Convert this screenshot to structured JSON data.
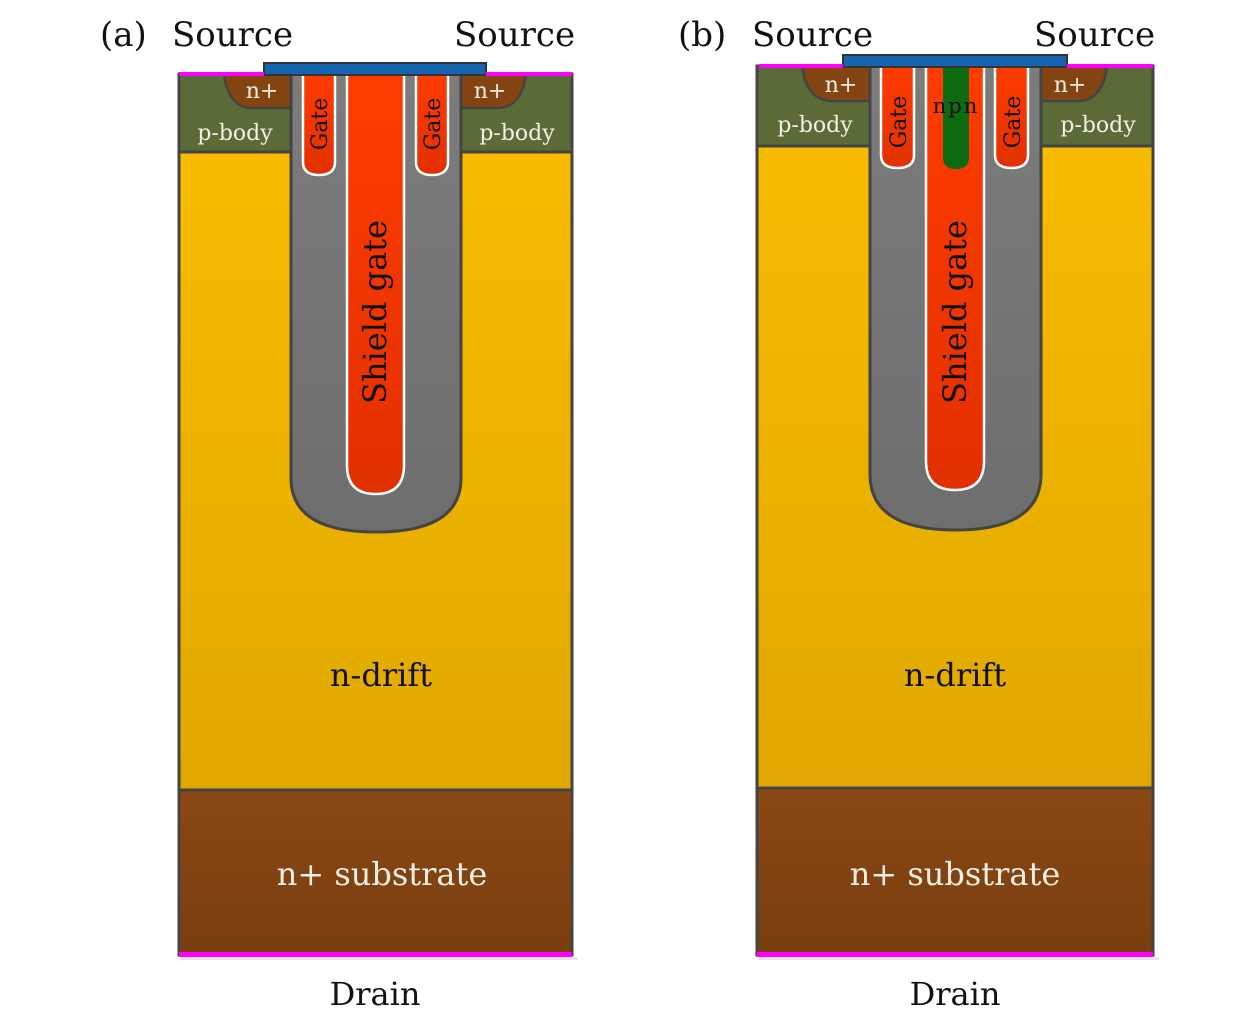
{
  "figure": {
    "panels": [
      {
        "id": "a",
        "panel_label": "(a)",
        "source_left": "Source",
        "source_right": "Source",
        "n_plus_left": "n+",
        "n_plus_right": "n+",
        "p_body_left": "p-body",
        "p_body_right": "p-body",
        "gate_left": "Gate",
        "gate_right": "Gate",
        "shield_gate": "Shield gate",
        "npn": null,
        "n_drift": "n-drift",
        "substrate": "n+ substrate",
        "drain": "Drain"
      },
      {
        "id": "b",
        "panel_label": "(b)",
        "source_left": "Source",
        "source_right": "Source",
        "n_plus_left": "n+",
        "n_plus_right": "n+",
        "p_body_left": "p-body",
        "p_body_right": "p-body",
        "gate_left": "Gate",
        "gate_right": "Gate",
        "shield_gate": "Shield gate",
        "npn": "npn",
        "n_drift": "n-drift",
        "substrate": "n+ substrate",
        "drain": "Drain"
      }
    ],
    "colors": {
      "metal_contact": "#ff00ff",
      "source_electrode": "#1565b0",
      "p_body": "#5a6b38",
      "n_plus": "#844411",
      "oxide": "#7b7b7b",
      "gate_poly": "#ff3a00",
      "npn_region": "#0d6b12",
      "n_drift_top": "#f8bb00",
      "n_drift_bottom": "#e0a800",
      "substrate_top": "#8a4814",
      "substrate_bottom": "#7a3e10",
      "outline": "#444444"
    }
  }
}
